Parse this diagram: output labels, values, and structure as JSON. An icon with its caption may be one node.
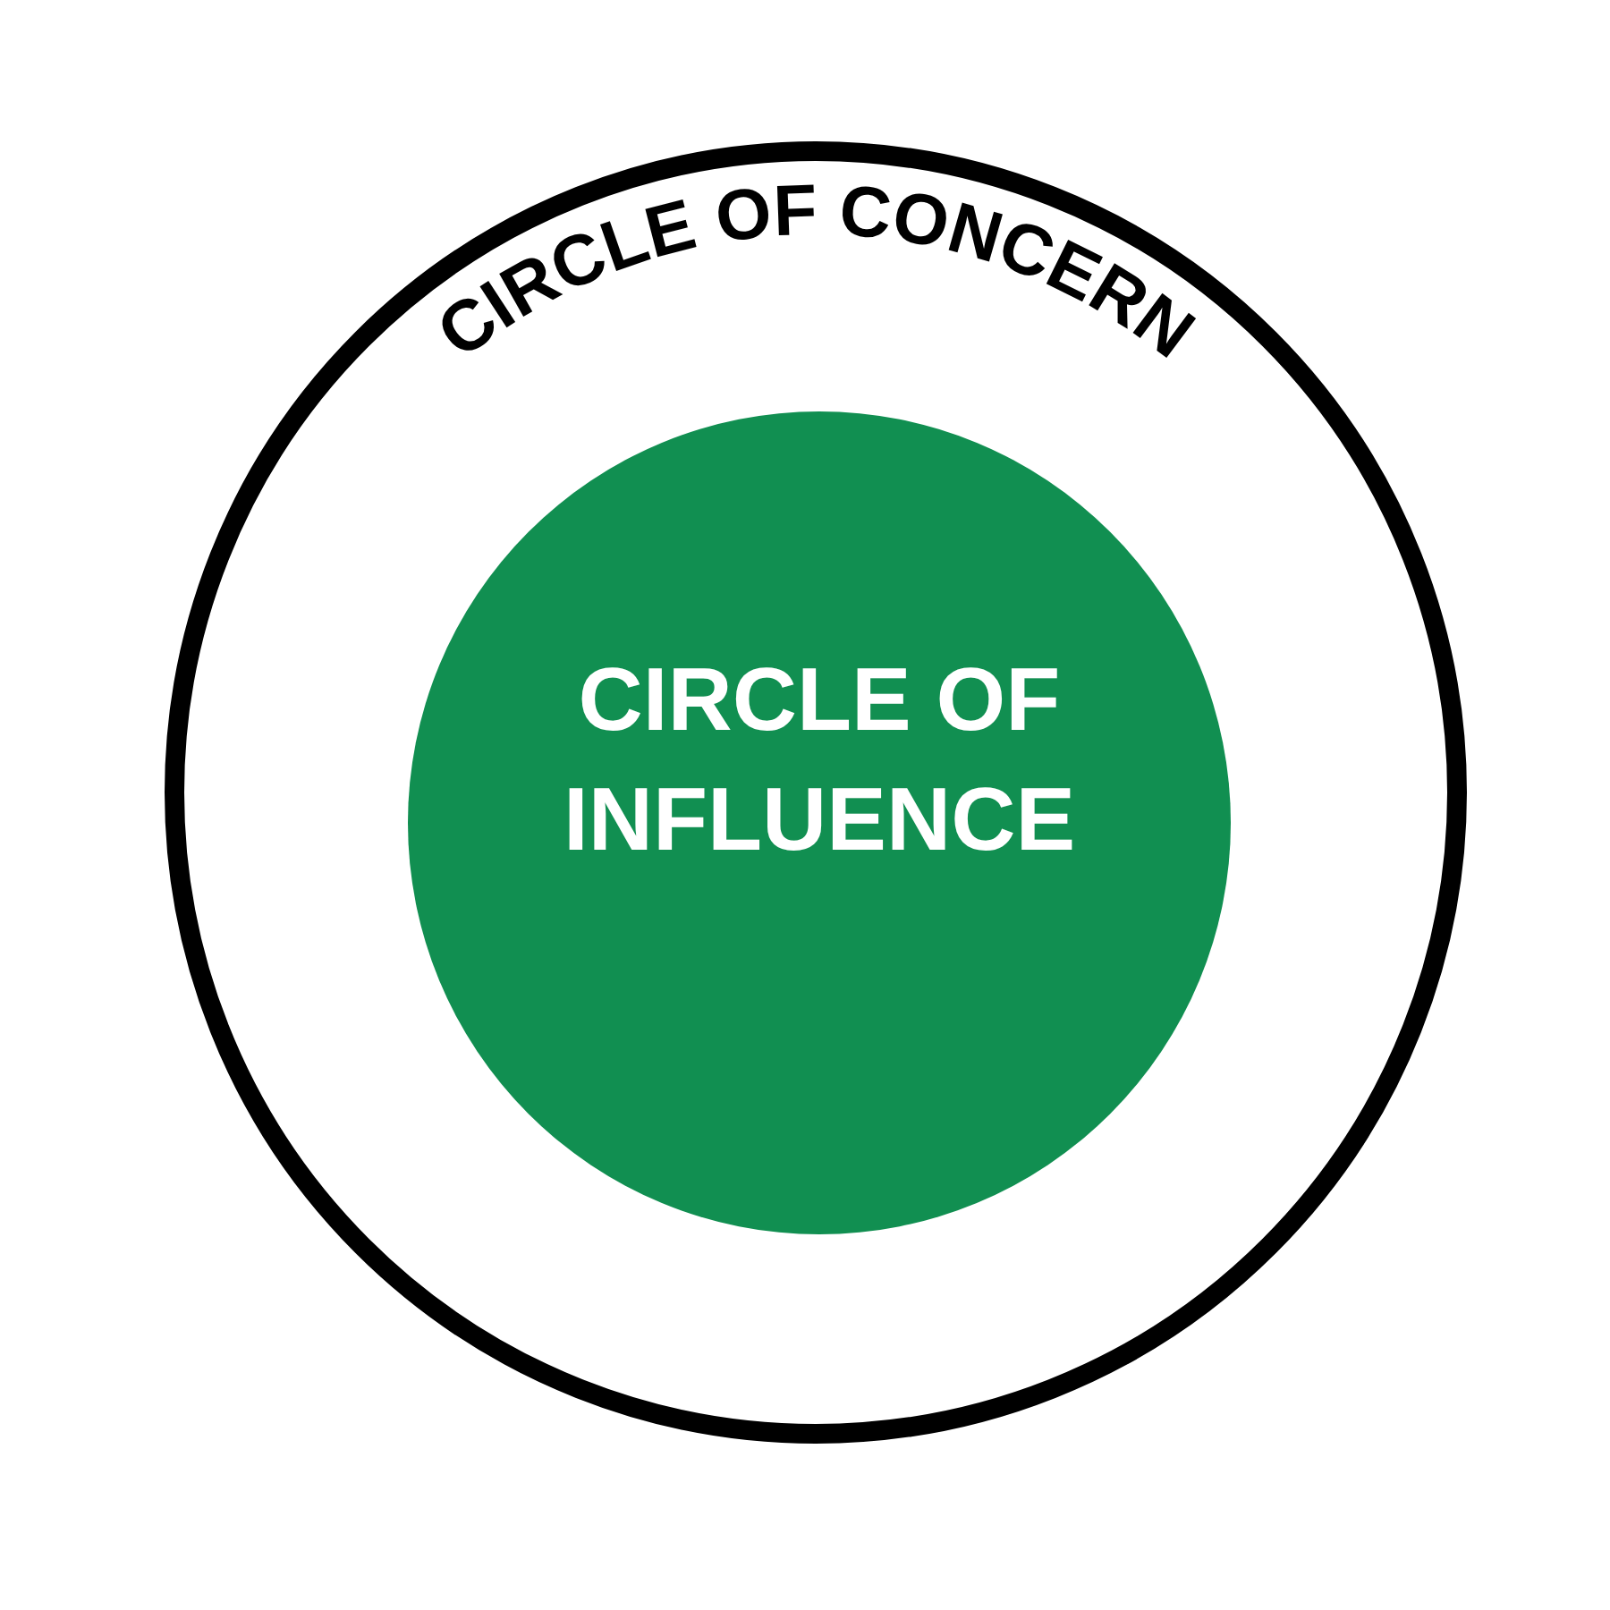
{
  "diagram": {
    "nodes": [
      {
        "text": [
          "CIRCLE OF CONCERN"
        ]
      },
      {
        "text": [
          "CIRCLE OF INFLUENCE"
        ],
        "in": 0
      }
    ]
  }
}
